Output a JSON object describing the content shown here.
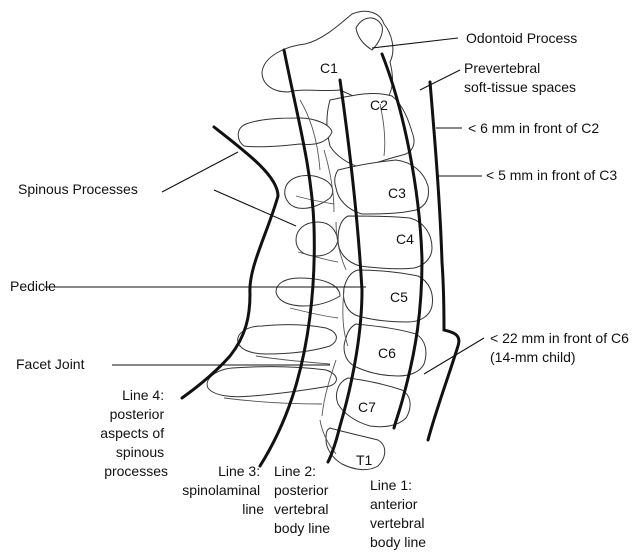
{
  "labels": {
    "odontoid": "Odontoid Process",
    "prevertebral_1": "Prevertebral",
    "prevertebral_2": "soft-tissue spaces",
    "c2_space": "< 6 mm in front of C2",
    "c3_space": "< 5 mm in front of C3",
    "spinous": "Spinous Processes",
    "pedicle": "Pedicle",
    "facet": "Facet Joint",
    "c6_space_1": "< 22 mm in front of C6",
    "c6_space_2": "(14-mm child)",
    "line4": [
      "Line 4:",
      "posterior",
      "aspects of",
      "spinous",
      "processes"
    ],
    "line3": [
      "Line 3:",
      "spinolaminal",
      "line"
    ],
    "line2": [
      "Line 2:",
      "posterior",
      "vertebral",
      "body line"
    ],
    "line1": [
      "Line 1:",
      "anterior",
      "vertebral",
      "body line"
    ]
  },
  "vertebrae": [
    "C1",
    "C2",
    "C3",
    "C4",
    "C5",
    "C6",
    "C7",
    "T1"
  ]
}
